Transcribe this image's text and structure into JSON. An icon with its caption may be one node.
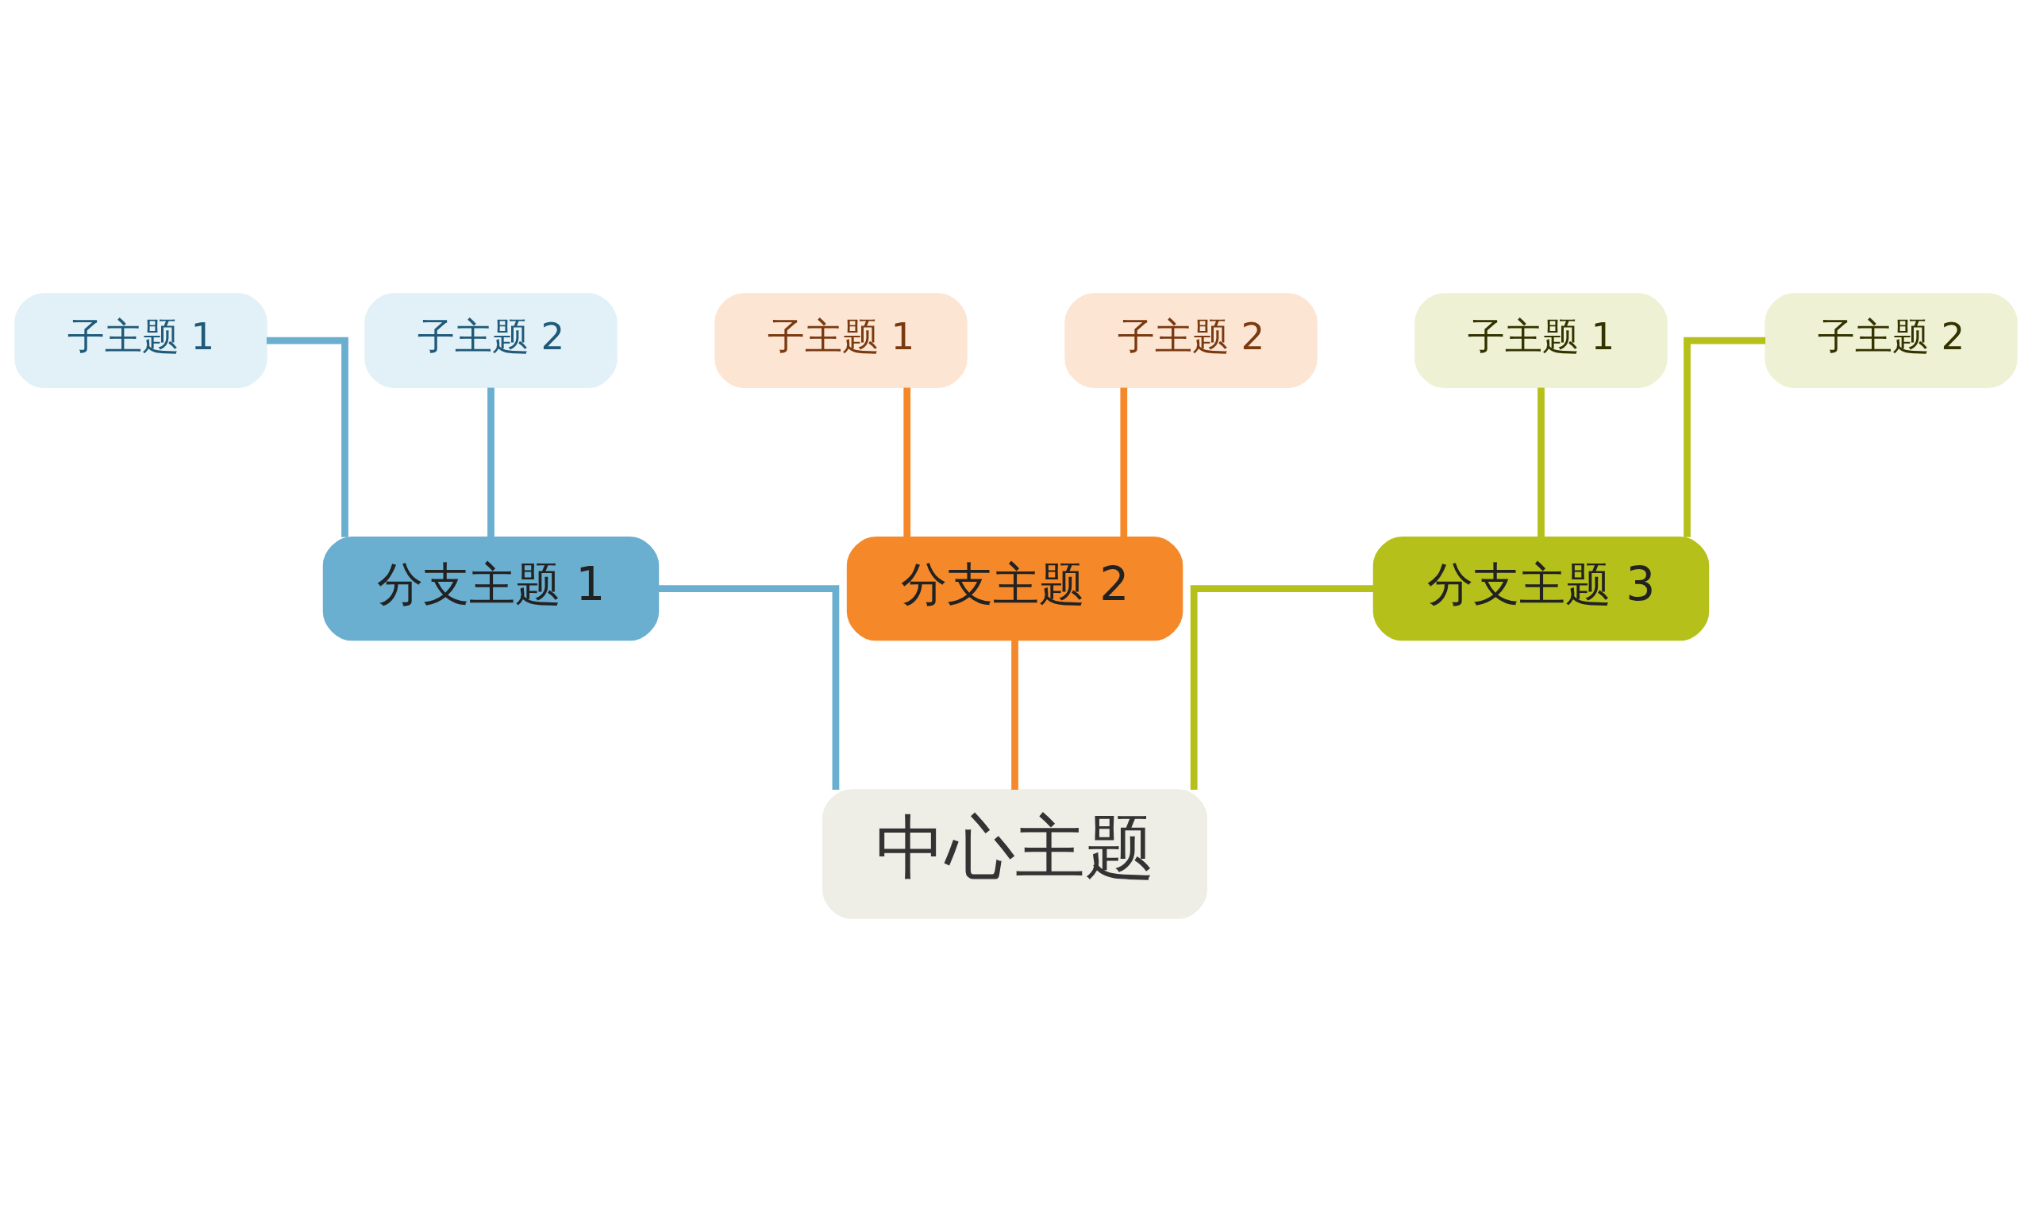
{
  "diagram": {
    "nodes": [
      {
        "text": [
          "子主题 1"
        ]
      },
      {
        "text": [
          "子主题 2"
        ]
      },
      {
        "text": [
          "子主题 1"
        ]
      },
      {
        "text": [
          "子主题 2"
        ]
      },
      {
        "text": [
          "子主题 1"
        ]
      },
      {
        "text": [
          "子主题 2"
        ]
      },
      {
        "text": [
          "分支主题 1"
        ]
      },
      {
        "text": [
          "分支主题 2"
        ]
      },
      {
        "text": [
          "分支主题 3"
        ]
      },
      {
        "text": [
          "中心主题"
        ]
      }
    ],
    "edges": [
      {
        "from": 9,
        "to": 6,
        "arrow": "none",
        "color": "#6aaed0"
      },
      {
        "from": 9,
        "to": 7,
        "arrow": "none",
        "color": "#f5892a"
      },
      {
        "from": 9,
        "to": 8,
        "arrow": "none",
        "color": "#b5c01a"
      },
      {
        "from": 6,
        "to": 0,
        "arrow": "none",
        "color": "#6aaed0"
      },
      {
        "from": 6,
        "to": 1,
        "arrow": "none",
        "color": "#6aaed0"
      },
      {
        "from": 7,
        "to": 2,
        "arrow": "none",
        "color": "#f5892a"
      },
      {
        "from": 7,
        "to": 3,
        "arrow": "none",
        "color": "#f5892a"
      },
      {
        "from": 8,
        "to": 4,
        "arrow": "none",
        "color": "#b5c01a"
      },
      {
        "from": 8,
        "to": 5,
        "arrow": "none",
        "color": "#b5c01a"
      }
    ]
  }
}
